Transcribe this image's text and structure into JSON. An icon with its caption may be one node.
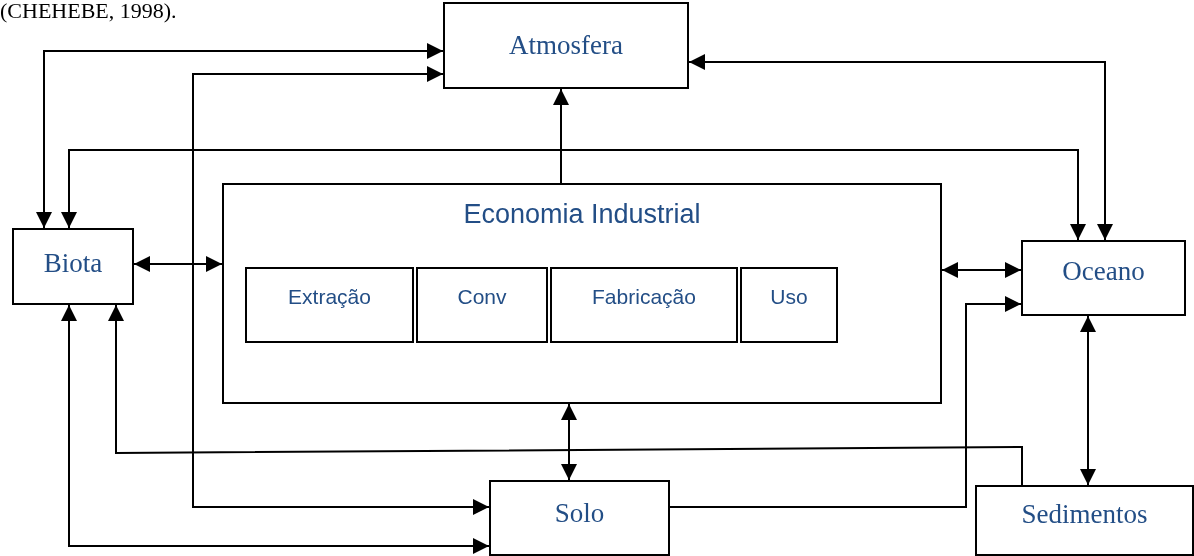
{
  "diagram": {
    "nodes": [
      {
        "text": [
          "Atmosfera"
        ]
      },
      {
        "text": [
          "Economia Industrial"
        ]
      },
      {
        "text": [
          "Extração"
        ],
        "in": 1
      },
      {
        "text": [
          "Conv"
        ],
        "in": 1
      },
      {
        "text": [
          "Fabricação"
        ],
        "in": 1
      },
      {
        "text": [
          "Uso"
        ],
        "in": 1
      },
      {
        "text": [
          "Biota"
        ]
      },
      {
        "text": [
          "Oceano"
        ]
      },
      {
        "text": [
          "Solo"
        ]
      },
      {
        "text": [
          "Sedimentos"
        ]
      }
    ],
    "edges": [
      {
        "from": 0,
        "to": 6,
        "arrow": "both"
      },
      {
        "from": 0,
        "to": 8,
        "arrow": "both"
      },
      {
        "from": 0,
        "to": 7,
        "arrow": "both"
      },
      {
        "from": 6,
        "to": 7,
        "arrow": "both"
      },
      {
        "from": 1,
        "to": 0,
        "arrow": "to"
      },
      {
        "from": 6,
        "to": 1,
        "arrow": "both"
      },
      {
        "from": 1,
        "to": 7,
        "arrow": "both"
      },
      {
        "from": 1,
        "to": 8,
        "arrow": "both"
      },
      {
        "from": 9,
        "to": 6,
        "arrow": "to"
      },
      {
        "from": 8,
        "to": 7,
        "arrow": "to"
      },
      {
        "from": 6,
        "to": 8,
        "arrow": "both"
      },
      {
        "from": 7,
        "to": 9,
        "arrow": "both"
      }
    ],
    "labels": [
      "(CHEHEBE, 1998)."
    ]
  }
}
